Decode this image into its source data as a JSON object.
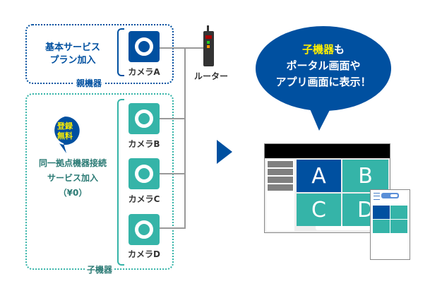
{
  "parent": {
    "group_label": "親機器",
    "plan_line1": "基本サービス",
    "plan_line2": "プラン加入",
    "camera": "カメラA"
  },
  "router": "ルーター",
  "child": {
    "group_label": "子機器",
    "badge_line1": "登録",
    "badge_line2": "無料",
    "service_line1": "同一拠点機器接続",
    "service_line2": "サービス加入",
    "service_line3": "（¥0）",
    "cameras": [
      "カメラB",
      "カメラC",
      "カメラD"
    ]
  },
  "bubble": {
    "highlight": "子機器",
    "line1_rest": "も",
    "line2": "ポータル画面や",
    "line3": "アプリ画面に表示！"
  },
  "screen": {
    "tiles": [
      "A",
      "B",
      "C",
      "D"
    ]
  },
  "colors": {
    "blue": "#0050a0",
    "teal": "#35b4a8",
    "yellow": "#ffee00"
  }
}
